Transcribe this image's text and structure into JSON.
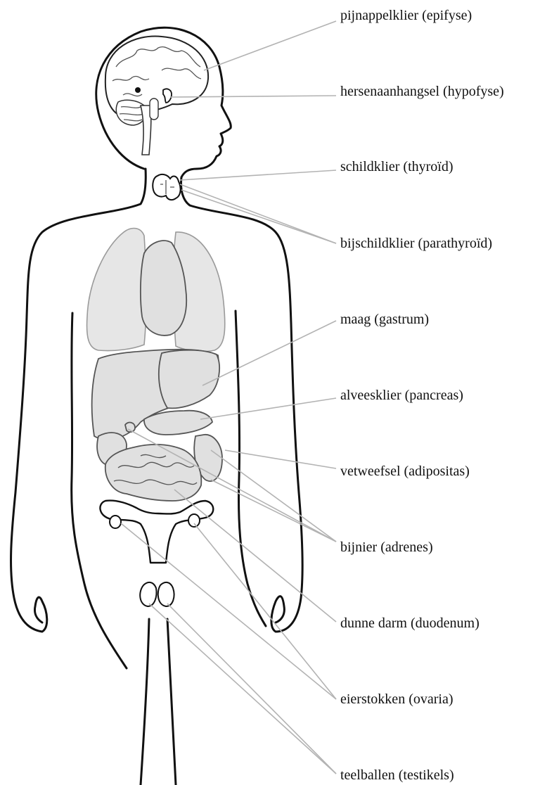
{
  "labels": {
    "epifyse": "pijnappelklier (epifyse)",
    "hypofyse": "hersenaanhangsel (hypofyse)",
    "thyroid": "schildklier (thyroïd)",
    "parathyroid": "bijschildklier (parathyroïd)",
    "gastrum": "maag  (gastrum)",
    "pancreas": "alveesklier (pancreas)",
    "adipositas": "vetweefsel (adipositas)",
    "adrenes": "bijnier (adrenes)",
    "duodenum": "dunne darm (duodenum)",
    "ovaria": "eierstokken (ovaria)",
    "testikels": "teelballen (testikels)"
  },
  "colors": {
    "outline": "#111111",
    "organ_fill": "#e6e6e6",
    "leader_line": "#b3b3b3"
  }
}
